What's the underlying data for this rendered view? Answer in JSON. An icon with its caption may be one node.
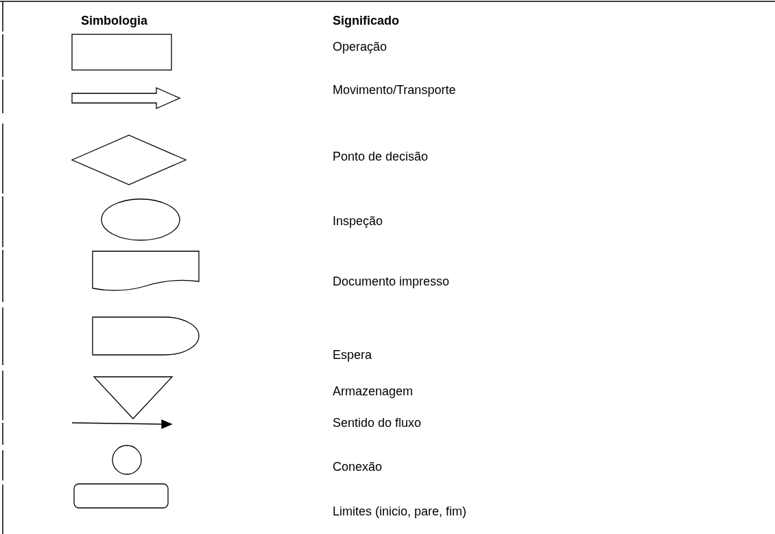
{
  "diagram": {
    "labels": [
      "Simbologia",
      "Significado",
      "Operação",
      "Movimento/Transporte",
      "Ponto de decisão",
      "Inspeção",
      "Documento impresso",
      "Espera",
      "Armazenagem",
      "Sentido do fluxo",
      "Conexão",
      "Limites (inicio, pare, fim)"
    ]
  }
}
